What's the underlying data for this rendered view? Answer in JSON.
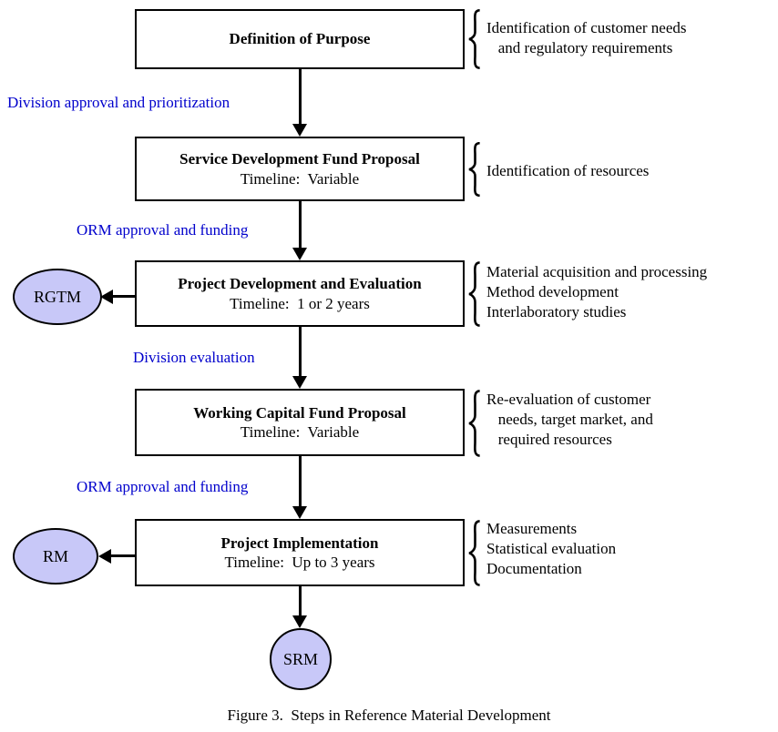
{
  "colors": {
    "label_blue": "#0000CC",
    "ellipse_fill": "#C8C8F8",
    "line_black": "#000000"
  },
  "icons": {
    "brace": "{"
  },
  "steps": [
    {
      "title": "Definition of Purpose",
      "notes": [
        "Identification of customer needs",
        "   and regulatory requirements"
      ]
    },
    {
      "title": "Service Development Fund Proposal",
      "timeline": "Timeline:  Variable",
      "notes": [
        "Identification of resources"
      ]
    },
    {
      "title": "Project Development and Evaluation",
      "timeline": "Timeline:  1 or 2 years",
      "notes": [
        "Material acquisition and processing",
        "Method development",
        "Interlaboratory studies"
      ]
    },
    {
      "title": "Working Capital Fund Proposal",
      "timeline": "Timeline:  Variable",
      "notes": [
        "Re-evaluation of customer",
        "   needs, target market, and",
        "   required resources"
      ]
    },
    {
      "title": "Project Implementation",
      "timeline": "Timeline:  Up to 3 years",
      "notes": [
        "Measurements",
        "Statistical evaluation",
        "Documentation"
      ]
    }
  ],
  "transitions": [
    {
      "label": "Division approval and prioritization"
    },
    {
      "label": "ORM approval and funding"
    },
    {
      "label": "Division evaluation"
    },
    {
      "label": "ORM approval and funding"
    }
  ],
  "outputs": [
    {
      "label": "RGTM"
    },
    {
      "label": "RM"
    },
    {
      "label": "SRM"
    }
  ],
  "caption": "Figure 3.  Steps in Reference Material Development"
}
